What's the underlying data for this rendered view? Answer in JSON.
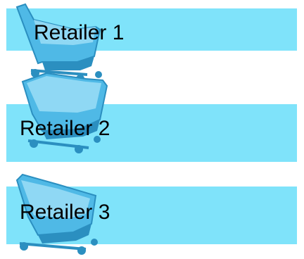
{
  "retailers": [
    {
      "label": "Retailer 1"
    },
    {
      "label": "Retailer 2"
    },
    {
      "label": "Retailer 3"
    }
  ],
  "icon": "shopping-cart-icon",
  "colors": {
    "band": "#7fe3fa",
    "cart_body": "#4fb9e6",
    "cart_light": "#9fe0f7",
    "cart_dark": "#2b8fc0",
    "text": "#000000"
  }
}
